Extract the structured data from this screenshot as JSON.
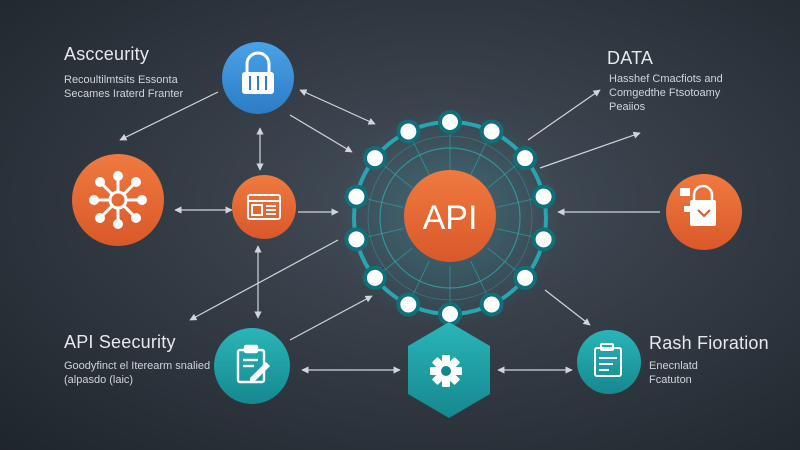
{
  "hub": {
    "label": "API"
  },
  "labels": {
    "top_left": {
      "title": "Ascceurity",
      "lines": [
        "Recoultilmtsits Essonta",
        "Secames Iraterd Franter"
      ]
    },
    "top_right": {
      "title": "DATA",
      "lines": [
        "Hasshef Cmacfiots and",
        "Comgedthe Ftsotoamy",
        "Peaiios"
      ]
    },
    "bottom_left": {
      "title": "API Seecurity",
      "lines": [
        "Goodyfinct el Iterearm snalied",
        "(alpasdo (laic)"
      ]
    },
    "bottom_right": {
      "title": "Rash Fioration",
      "lines": [
        "Enecnlatd",
        "Fcatuton"
      ]
    }
  },
  "icons": {
    "lock": "lock-icon",
    "network": "network-hub-icon",
    "window": "browser-window-icon",
    "bag": "shopping-bag-icon",
    "notes": "clipboard-edit-icon",
    "gear": "gear-icon",
    "tag": "tag-clipboard-icon"
  },
  "colors": {
    "accent_orange": "#ea6a35",
    "accent_blue": "#3a8fd9",
    "accent_teal": "#1fa3a8",
    "ring": "#24a7b0",
    "ring_node": "#0f6f7a",
    "arrow": "#cfd6dc"
  }
}
